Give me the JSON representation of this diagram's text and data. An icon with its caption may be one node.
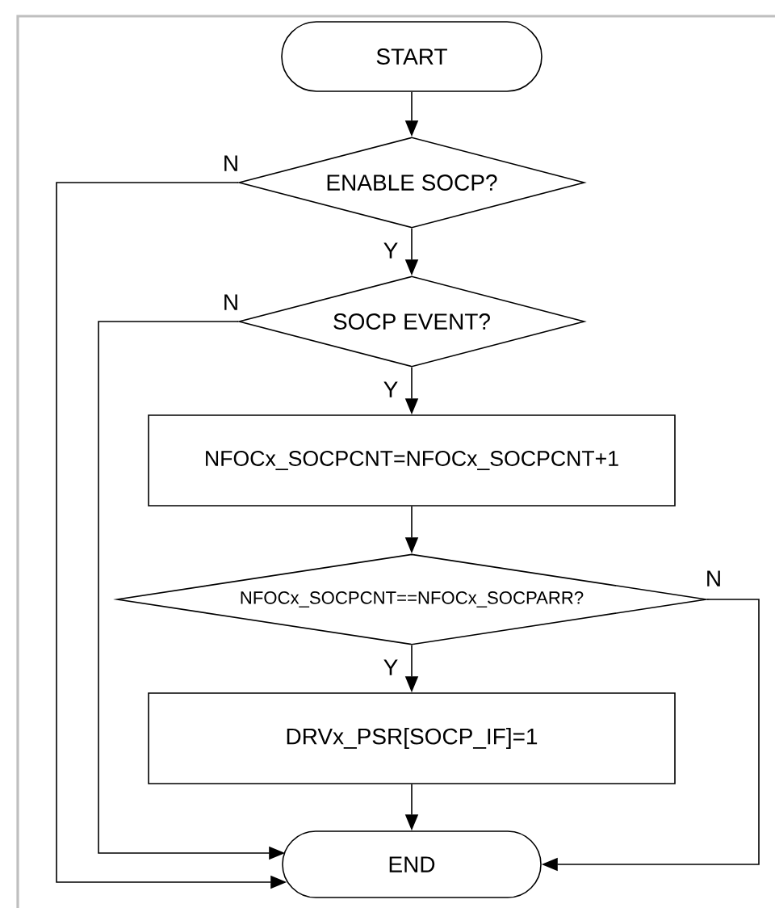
{
  "diagram": {
    "nodes": [
      {
        "text": [
          "START"
        ]
      },
      {
        "text": [
          "ENABLE SOCP?"
        ]
      },
      {
        "text": [
          "SOCP EVENT?"
        ]
      },
      {
        "text": [
          "NFOCx_SOCPCNT=NFOCx_SOCPCNT+1"
        ]
      },
      {
        "text": [
          "NFOCx_SOCPCNT==NFOCx_SOCPARR?"
        ]
      },
      {
        "text": [
          "DRVx_PSR[SOCP_IF]=1"
        ]
      },
      {
        "text": [
          "END"
        ]
      }
    ],
    "edges": [
      {
        "from": 0,
        "to": 1,
        "arrow": "to"
      },
      {
        "from": 1,
        "to": 2,
        "arrow": "to",
        "label": "Y"
      },
      {
        "from": 2,
        "to": 3,
        "arrow": "to",
        "label": "Y"
      },
      {
        "from": 3,
        "to": 4,
        "arrow": "to"
      },
      {
        "from": 4,
        "to": 5,
        "arrow": "to",
        "label": "Y"
      },
      {
        "from": 5,
        "to": 6,
        "arrow": "to"
      },
      {
        "from": 1,
        "to": 6,
        "arrow": "to",
        "label": "N"
      },
      {
        "from": 2,
        "to": 6,
        "arrow": "to",
        "label": "N"
      },
      {
        "from": 4,
        "to": 6,
        "arrow": "to",
        "label": "N"
      }
    ]
  }
}
